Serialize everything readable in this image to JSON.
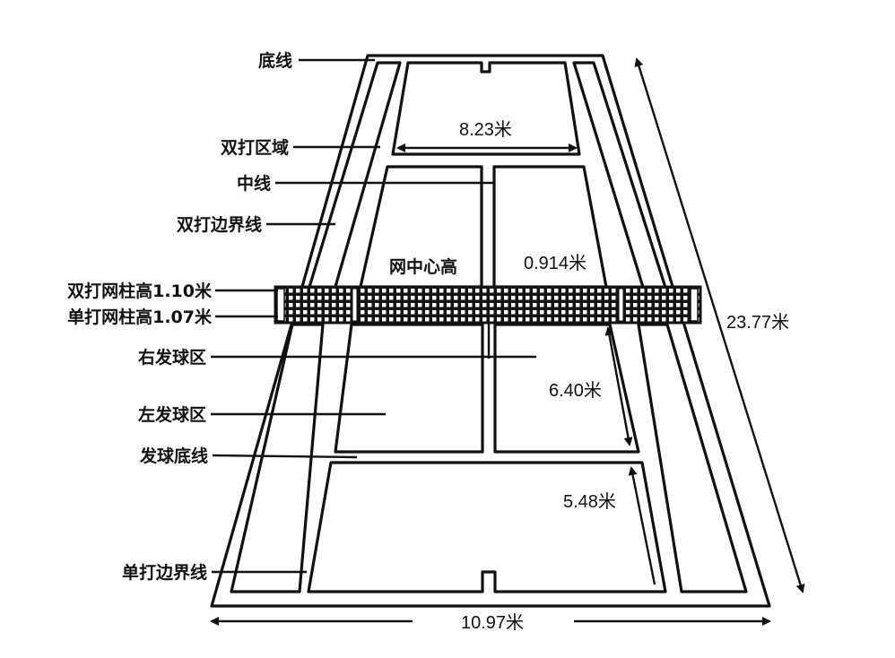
{
  "diagram": {
    "subject": "tennis-court-dimensions",
    "labels": {
      "baseline": "底线",
      "doubles_alley": "双打区域",
      "center_mark": "中线",
      "doubles_sideline": "双打边界线",
      "doubles_post_height": "双打网柱高1.10米",
      "singles_post_height": "单打网柱高1.07米",
      "right_service_box": "右发球区",
      "left_service_box": "左发球区",
      "service_line": "发球底线",
      "singles_sideline": "单打边界线",
      "net_center_height": "网中心高"
    },
    "dimensions": {
      "singles_width": "8.23米",
      "net_center_height_value": "0.914米",
      "court_length": "23.77米",
      "service_box_length": "6.40米",
      "backcourt_length": "5.48米",
      "doubles_width": "10.97米"
    },
    "colors": {
      "line": "#111111",
      "background": "#ffffff"
    }
  }
}
